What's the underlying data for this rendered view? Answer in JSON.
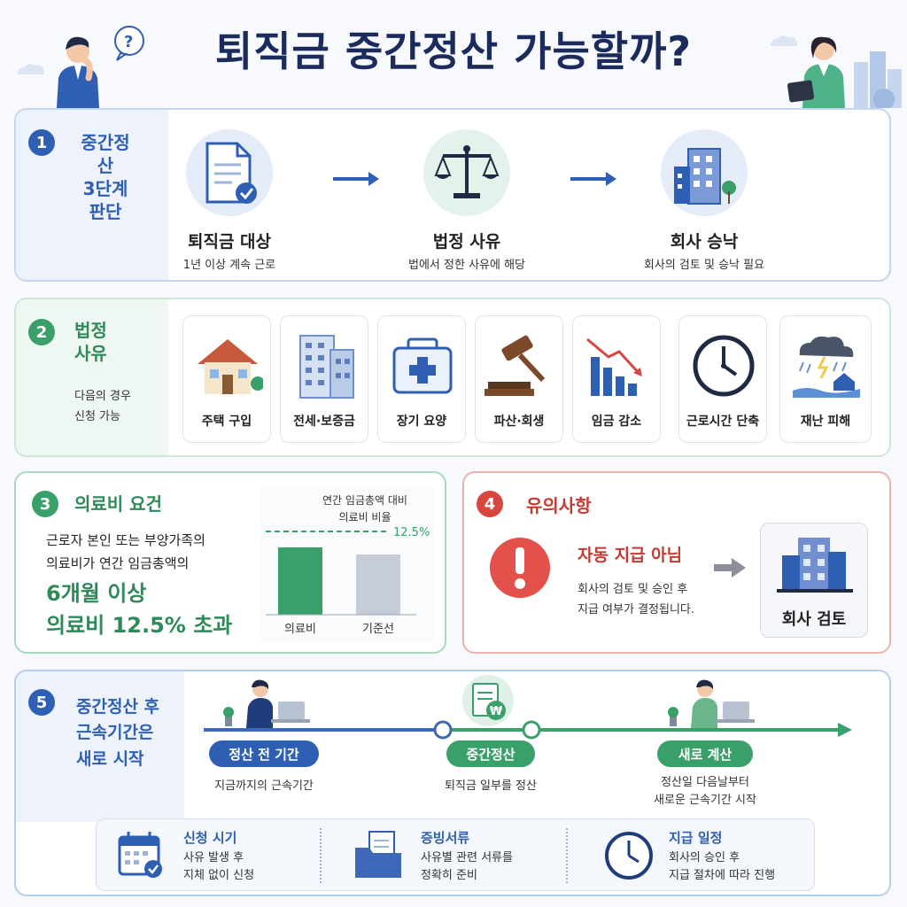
{
  "header": {
    "title": "퇴직금 중간정산 가능할까?",
    "question_mark": "?"
  },
  "section1": {
    "number": "1",
    "title_lines": [
      "중간정산",
      "3단계",
      "판단"
    ],
    "steps": [
      {
        "title": "퇴직금 대상",
        "desc": "1년 이상 계속 근로",
        "icon": "document-check-icon"
      },
      {
        "title": "법정 사유",
        "desc": "법에서 정한 사유에 해당",
        "icon": "scale-icon"
      },
      {
        "title": "회사 승낙",
        "desc": "회사의 검토 및 승낙 필요",
        "icon": "building-icon"
      }
    ]
  },
  "section2": {
    "number": "2",
    "title_lines": [
      "법정",
      "사유"
    ],
    "desc_lines": [
      "다음의 경우",
      "신청 가능"
    ],
    "cards": [
      {
        "label": "주택 구입",
        "icon": "house-icon"
      },
      {
        "label": "전세·보증금",
        "icon": "apartment-icon"
      },
      {
        "label": "장기 요양",
        "icon": "medical-kit-icon"
      },
      {
        "label": "파산·회생",
        "icon": "gavel-icon"
      },
      {
        "label": "임금 감소",
        "icon": "declining-chart-icon"
      },
      {
        "label": "근로시간 단축",
        "icon": "clock-icon"
      },
      {
        "label": "재난 피해",
        "icon": "storm-icon"
      }
    ]
  },
  "section3": {
    "number": "3",
    "title": "의료비 요건",
    "desc_lines": [
      "근로자 본인 또는 부양가족의",
      "의료비가 연간 임금총액의"
    ],
    "highlight_lines": [
      "6개월 이상",
      "의료비 12.5% 초과"
    ],
    "chart_data": {
      "type": "bar",
      "title_lines": [
        "연간 임금총액 대비",
        "의료비 비율"
      ],
      "categories": [
        "의료비",
        "기준선"
      ],
      "values": [
        12.5,
        12.5
      ],
      "threshold": 12.5,
      "threshold_label": "12.5%",
      "colors": [
        "#3aa06a",
        "#c7cdd8"
      ]
    }
  },
  "section4": {
    "number": "4",
    "title": "유의사항",
    "warning_title": "자동 지급 아님",
    "warning_lines": [
      "회사의 검토 및 승인 후",
      "지급 여부가 결정됩니다."
    ],
    "result_label": "회사 검토",
    "accent": "#d9463f"
  },
  "section5": {
    "number": "5",
    "title_lines": [
      "중간정산 후",
      "근속기간은",
      "새로 시작"
    ],
    "timeline": [
      {
        "label": "정산 전 기간",
        "desc_lines": [
          "지금까지의 근속기간"
        ]
      },
      {
        "label": "중간정산",
        "desc_lines": [
          "퇴직금 일부를 정산"
        ]
      },
      {
        "label": "새로 계산",
        "desc_lines": [
          "정산일 다음날부터",
          "새로운 근속기간 시작"
        ]
      }
    ],
    "info": [
      {
        "title": "신청 시기",
        "lines": [
          "사유 발생 후",
          "지체 없이 신청"
        ],
        "icon": "calendar-check-icon"
      },
      {
        "title": "증빙서류",
        "lines": [
          "사유별 관련 서류를",
          "정확히 준비"
        ],
        "icon": "folder-document-icon"
      },
      {
        "title": "지급 일정",
        "lines": [
          "회사의 승인 후",
          "지급 절차에 따라 진행"
        ],
        "icon": "clock-icon"
      }
    ],
    "coin_symbol": "₩"
  },
  "colors": {
    "navy": "#1a2b5c",
    "blue": "#2f5fb3",
    "green": "#3aa06a",
    "red": "#d9463f"
  }
}
